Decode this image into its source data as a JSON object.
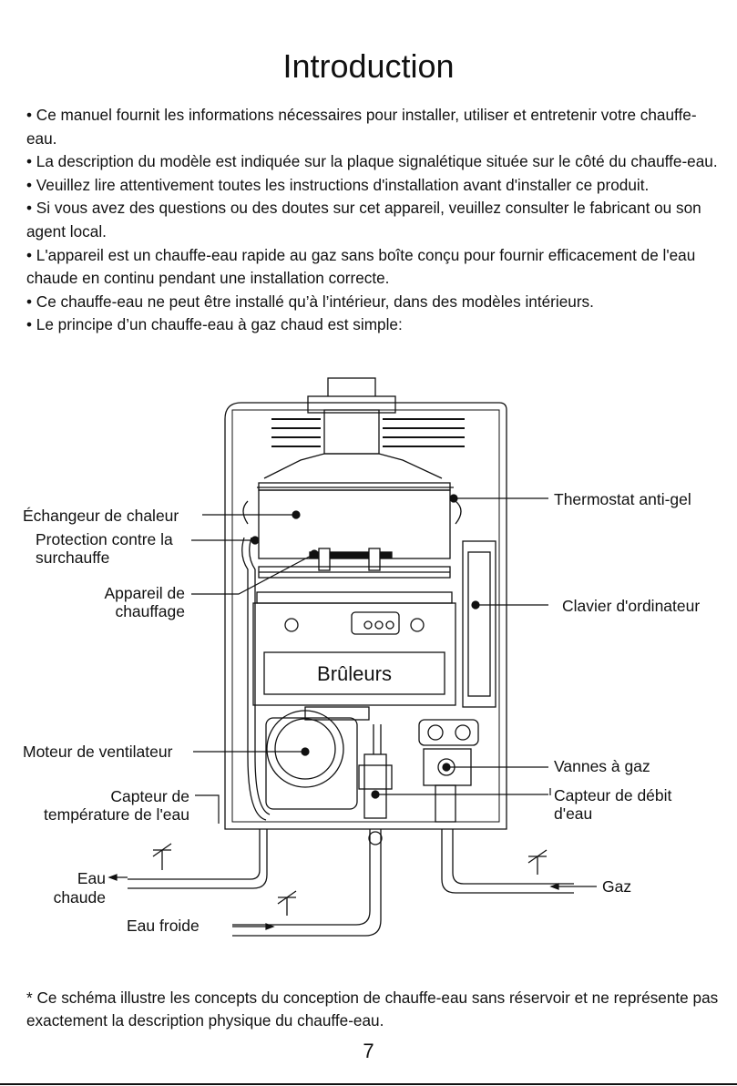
{
  "title": "Introduction",
  "bullets": [
    "•  Ce manuel fournit les informations nécessaires pour installer, utiliser et entretenir votre chauffe-eau.",
    "• La description du modèle est indiquée sur la plaque signalétique située sur le côté du chauffe-eau.",
    "• Veuillez lire attentivement toutes les instructions d'installation avant d'installer ce produit.",
    "• Si vous avez des questions ou des doutes sur cet appareil, veuillez consulter le fabricant ou son agent local.",
    "• L'appareil est un chauffe-eau rapide au gaz sans boîte conçu pour fournir efficacement de l'eau chaude en continu pendant une installation correcte.",
    "• Ce chauffe-eau ne peut être installé qu’à l’intérieur, dans des modèles intérieurs.",
    "• Le principe d’un chauffe-eau à gaz chaud est simple:"
  ],
  "diagram": {
    "labels": {
      "heat_exchanger": "Échangeur de chaleur",
      "overheat_line1": "Protection contre la",
      "overheat_line2": "surchauffe",
      "heater_line1": "Appareil de",
      "heater_line2": "chauffage",
      "fan_motor": "Moteur de ventilateur",
      "temp_sensor_line1": "Capteur de",
      "temp_sensor_line2": "température de l'eau",
      "hot_water_line1": "Eau",
      "hot_water_line2": "chaude",
      "cold_water": "Eau froide",
      "antifreeze": "Thermostat anti-gel",
      "keyboard": "Clavier d'ordinateur",
      "gas_valves": "Vannes à gaz",
      "flow_sensor_line1": "Capteur de débit",
      "flow_sensor_line2": "d'eau",
      "gas": "Gaz",
      "burners": "Brûleurs"
    }
  },
  "footnote": "* Ce schéma illustre les concepts du conception de chauffe-eau sans réservoir et ne représente pas exactement la description physique du chauffe-eau.",
  "page_number": "7"
}
